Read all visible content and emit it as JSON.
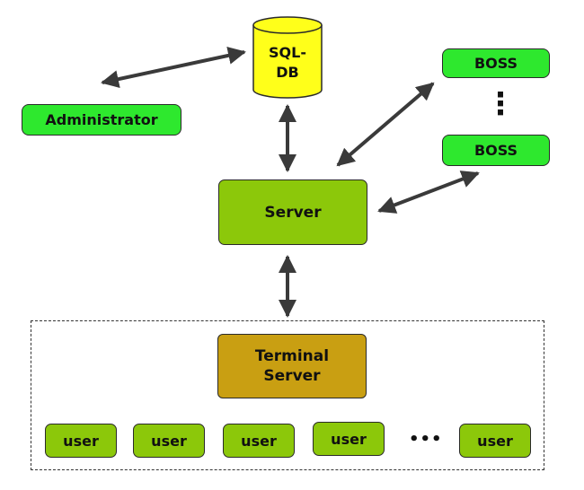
{
  "nodes": {
    "sql_db": "SQL-\nDB",
    "administrator": "Administrator",
    "boss_top": "BOSS",
    "boss_bottom": "BOSS",
    "server": "Server",
    "terminal_server": "Terminal\nServer",
    "users": [
      "user",
      "user",
      "user",
      "user",
      "user"
    ]
  },
  "ellipsis_vertical": "⋮",
  "ellipsis_horizontal": "•••",
  "colors": {
    "bright_green": "#2ee82e",
    "olive_green": "#8cc80a",
    "gold": "#c99f12",
    "database_yellow": "#ffff1a",
    "arrow": "#3a3a3a"
  }
}
